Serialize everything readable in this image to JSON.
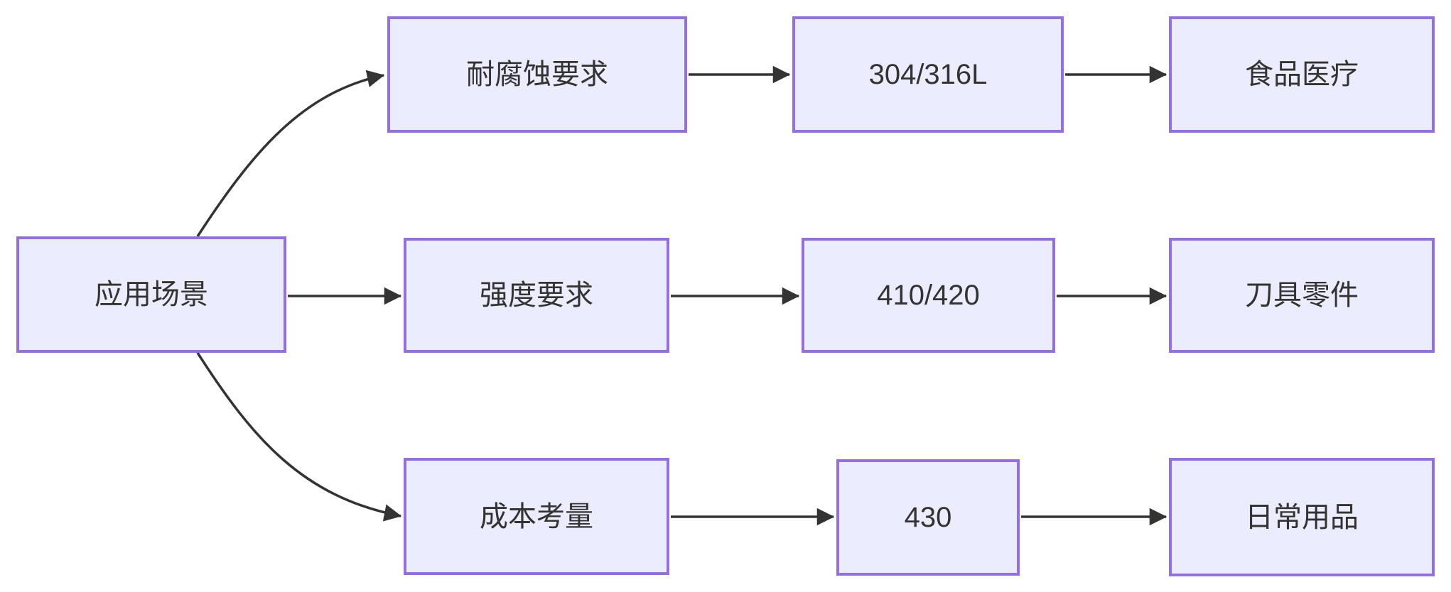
{
  "flowchart": {
    "direction": "left-to-right",
    "root": "应用场景",
    "rows": [
      {
        "criterion": "耐腐蚀要求",
        "material": "304/316L",
        "use": "食品医疗"
      },
      {
        "criterion": "强度要求",
        "material": "410/420",
        "use": "刀具零件"
      },
      {
        "criterion": "成本考量",
        "material": "430",
        "use": "日常用品"
      }
    ],
    "edges": [
      [
        "应用场景",
        "耐腐蚀要求"
      ],
      [
        "应用场景",
        "强度要求"
      ],
      [
        "应用场景",
        "成本考量"
      ],
      [
        "耐腐蚀要求",
        "304/316L"
      ],
      [
        "304/316L",
        "食品医疗"
      ],
      [
        "强度要求",
        "410/420"
      ],
      [
        "410/420",
        "刀具零件"
      ],
      [
        "成本考量",
        "430"
      ],
      [
        "430",
        "日常用品"
      ]
    ]
  },
  "style": {
    "canvas-bg": "#FFFFFF",
    "node-fill": "#ECECFF",
    "node-border": "#9370DB",
    "edge-color": "#333333",
    "text-color": "#333333"
  }
}
